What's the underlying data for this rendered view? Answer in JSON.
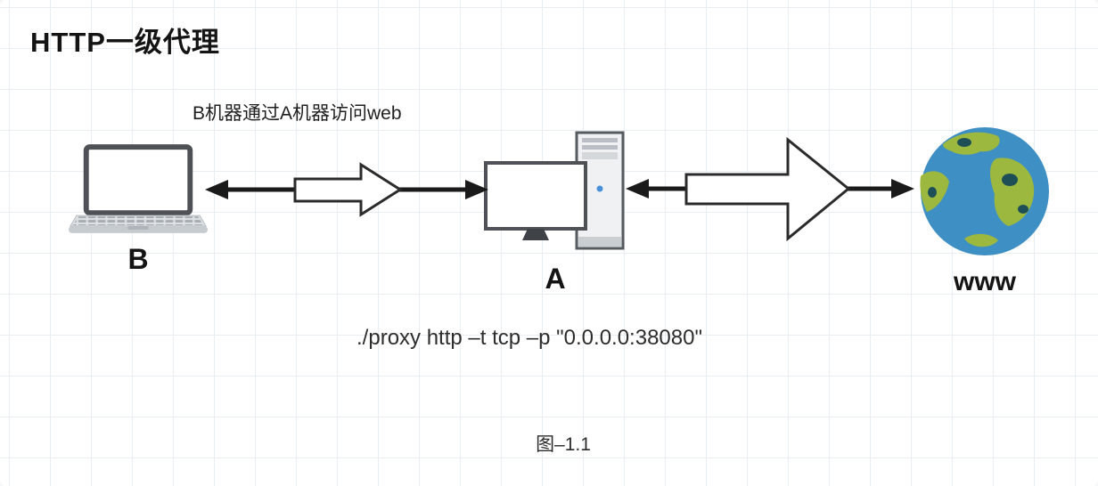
{
  "title": "HTTP一级代理",
  "diagram": {
    "caption": "B机器通过A机器访问web",
    "nodes": {
      "client": {
        "label": "B",
        "icon": "laptop-icon"
      },
      "proxy": {
        "label": "A",
        "icon": "desktop-computer-icon"
      },
      "web": {
        "label": "www",
        "icon": "globe-icon"
      }
    },
    "command": "./proxy http –t tcp –p \"0.0.0.0:38080\"",
    "figure_label": "图–1.1"
  },
  "colors": {
    "background": "#ffffff",
    "grid_line": "#e9eef3",
    "arrow": "#1a1a1a",
    "globe_ocean": "#3e8fc4",
    "globe_land": "#9db83e",
    "globe_patch": "#1e4f57"
  }
}
